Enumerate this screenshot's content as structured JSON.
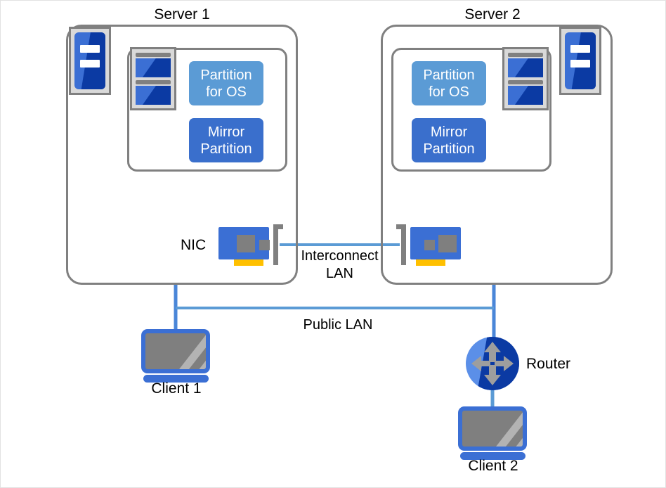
{
  "diagram": {
    "title_server1": "Server 1",
    "title_server2": "Server 2",
    "labels": {
      "nic": "NIC",
      "interconnect_line1": "Interconnect",
      "interconnect_line2": "LAN",
      "public_lan": "Public LAN",
      "router": "Router",
      "client1": "Client 1",
      "client2": "Client 2"
    },
    "partitions": {
      "os_line1": "Partition",
      "os_line2": "for OS",
      "mirror_line1": "Mirror",
      "mirror_line2": "Partition"
    },
    "icons": {
      "server_tower": "server-tower-icon",
      "disk_stack": "disk-stack-icon",
      "nic_card": "nic-card-icon",
      "router": "router-icon",
      "laptop": "laptop-icon"
    },
    "colors": {
      "partition_os": "#5b9bd5",
      "partition_mirror": "#3a6fcc",
      "box_border": "#808080",
      "link_line": "#5b9bd5",
      "drop_line": "#4a86d8",
      "server_blue": "#3b6fd4",
      "server_dark_blue": "#0b3aa3",
      "chip_gray": "#7f7f7f",
      "gold": "#ffc000",
      "canvas_border": "#e2e2e2"
    }
  }
}
